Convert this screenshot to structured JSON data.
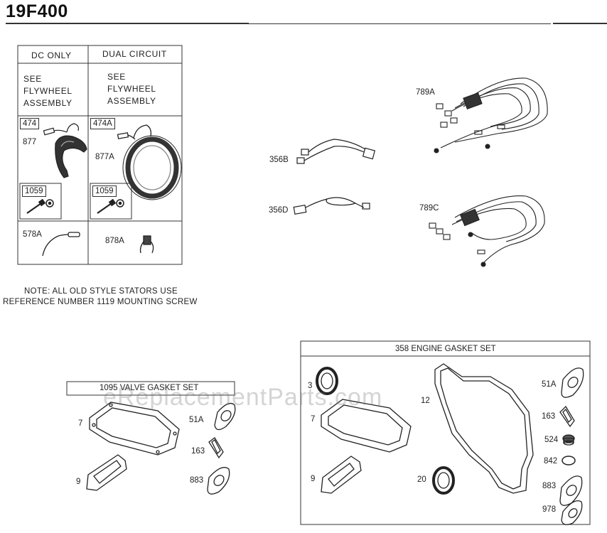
{
  "page": {
    "title": "19F400",
    "watermark": "eReplacementParts.com"
  },
  "stator_table": {
    "col_dc": "DC ONLY",
    "col_dual": "DUAL CIRCUIT",
    "dc_text": [
      "SEE",
      "FLYWHEEL",
      "ASSEMBLY"
    ],
    "dual_text": [
      "SEE",
      "FLYWHEEL",
      "ASSEMBLY"
    ],
    "dc_stator_ref": "474",
    "dc_stator_part": "877",
    "dual_stator_ref": "474A",
    "dual_stator_part": "877A",
    "dc_screw_ref": "1059",
    "dual_screw_ref": "1059",
    "dc_wire_part": "578A",
    "dual_wire_part": "878A"
  },
  "note": {
    "line1": "NOTE: ALL OLD STYLE STATORS USE",
    "line2": "REFERENCE NUMBER 1119    MOUNTING SCREW"
  },
  "harness": {
    "h356b": "356B",
    "h356d": "356D",
    "h789a": "789A",
    "h789c": "789C"
  },
  "valve_set": {
    "title": "1095 VALVE GASKET SET",
    "items": {
      "p7": "7",
      "p9": "9",
      "p51a": "51A",
      "p163": "163",
      "p883": "883"
    }
  },
  "engine_set": {
    "title": "358 ENGINE GASKET SET",
    "items": {
      "p3": "3",
      "p7": "7",
      "p9": "9",
      "p12": "12",
      "p20": "20",
      "p51a": "51A",
      "p163": "163",
      "p524": "524",
      "p842": "842",
      "p883": "883",
      "p978": "978"
    }
  }
}
